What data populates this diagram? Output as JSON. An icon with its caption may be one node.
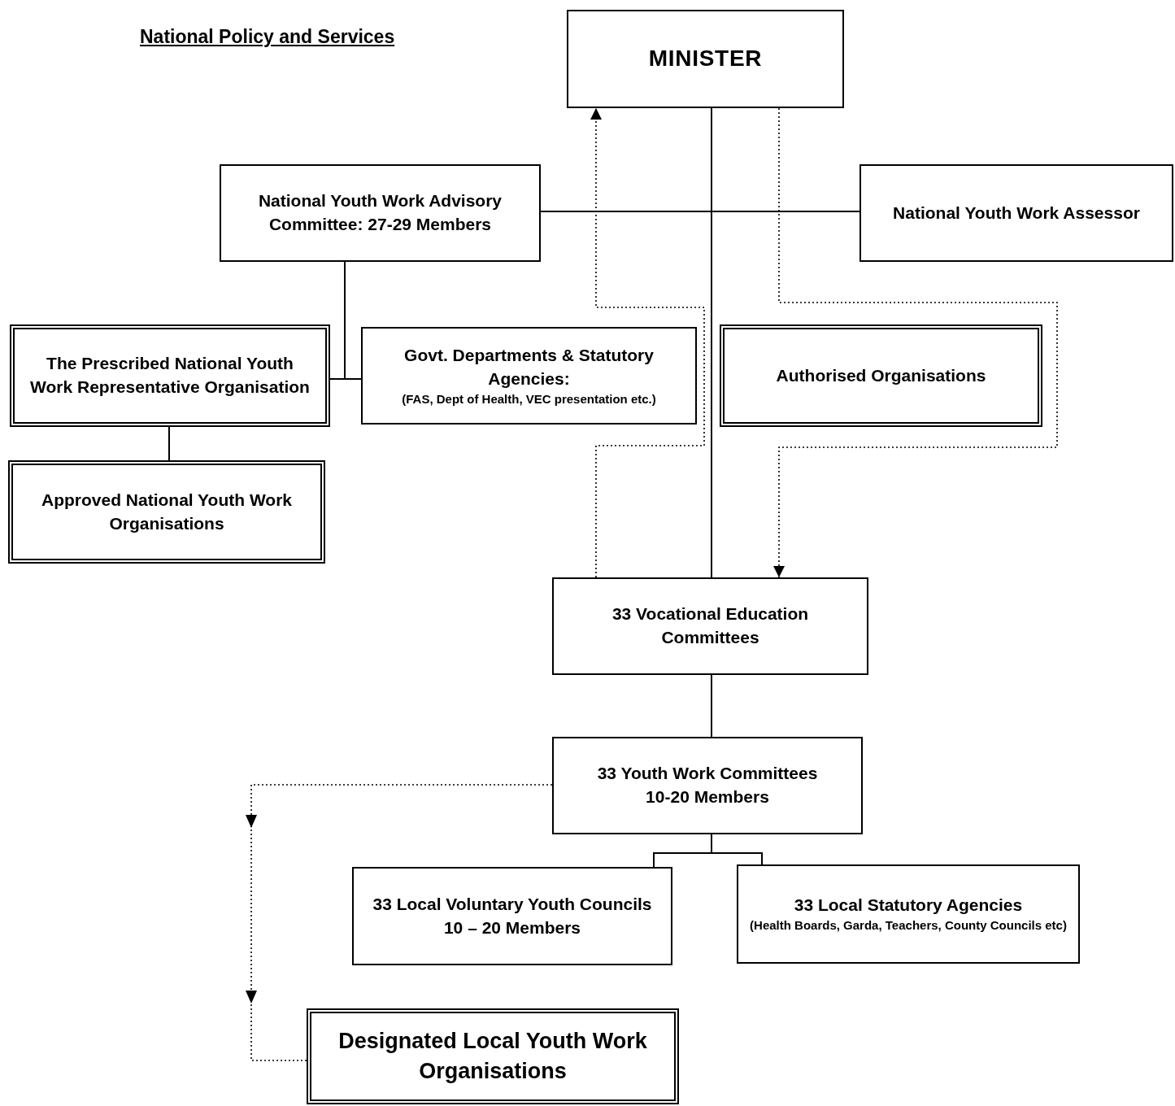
{
  "diagram": {
    "title": "National Policy and Services",
    "nodes": [
      {
        "text": [
          "MINISTER"
        ]
      },
      {
        "text": [
          "National Youth Work Advisory Committee: 27-29 Members"
        ]
      },
      {
        "text": [
          "National Youth Work Assessor"
        ]
      },
      {
        "text": [
          "The Prescribed National Youth Work Representative Organisation"
        ]
      },
      {
        "text": [
          "Govt. Departments & Statutory Agencies:",
          "(FAS, Dept of Health, VEC presentation etc.)"
        ]
      },
      {
        "text": [
          "Authorised Organisations"
        ]
      },
      {
        "text": [
          "Approved National Youth Work Organisations"
        ]
      },
      {
        "text": [
          "33 Vocational Education Committees"
        ]
      },
      {
        "text": [
          "33 Youth Work Committees",
          "10-20 Members"
        ]
      },
      {
        "text": [
          "33 Local Voluntary Youth Councils",
          "10 – 20 Members"
        ]
      },
      {
        "text": [
          "33 Local Statutory Agencies",
          "(Health Boards, Garda, Teachers, County Councils etc)"
        ]
      },
      {
        "text": [
          "Designated Local Youth Work Organisations"
        ]
      }
    ],
    "edges": [
      {
        "from": 0,
        "to": 7,
        "arrow": "none"
      },
      {
        "from": 1,
        "to": 2,
        "arrow": "none"
      },
      {
        "from": 1,
        "to": 3,
        "arrow": "none"
      },
      {
        "from": 1,
        "to": 4,
        "arrow": "none"
      },
      {
        "from": 3,
        "to": 6,
        "arrow": "none"
      },
      {
        "from": 7,
        "to": 0,
        "arrow": "to",
        "style": "dashed"
      },
      {
        "from": 0,
        "to": 7,
        "arrow": "to",
        "style": "dashed"
      },
      {
        "from": 7,
        "to": 8,
        "arrow": "none"
      },
      {
        "from": 8,
        "to": 9,
        "arrow": "none"
      },
      {
        "from": 8,
        "to": 10,
        "arrow": "none"
      },
      {
        "from": 8,
        "to": 11,
        "arrow": "to",
        "style": "dashed"
      }
    ]
  }
}
